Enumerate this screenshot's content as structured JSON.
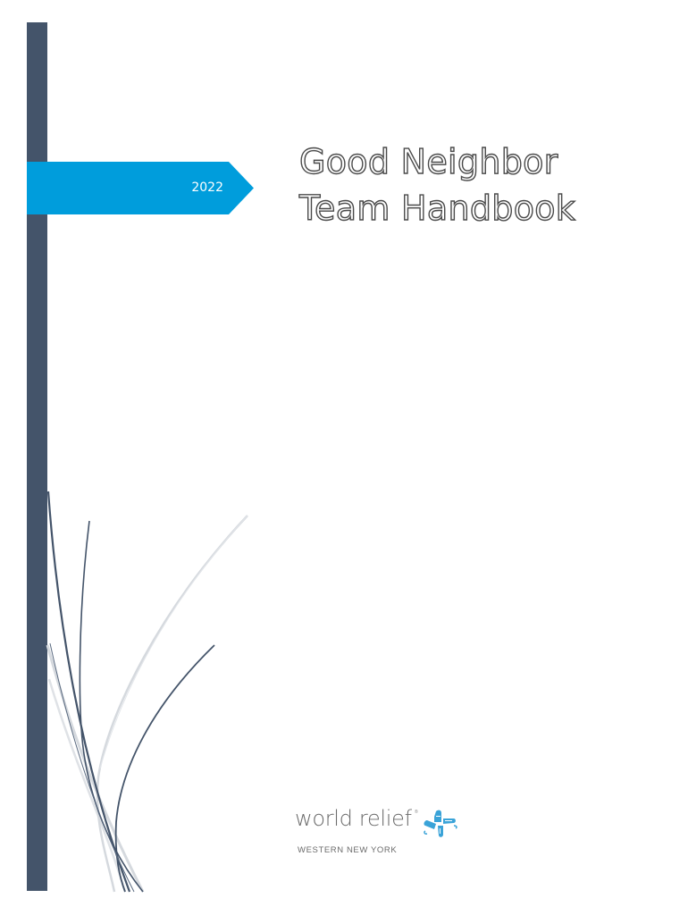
{
  "cover": {
    "year": "2022",
    "title_line1": "Good Neighbor",
    "title_line2": "Team Handbook"
  },
  "logo": {
    "wordmark": "world relief",
    "registered": "®",
    "subtitle": "WESTERN NEW YORK",
    "icon": "world-relief-pinwheel-icon"
  },
  "colors": {
    "side_bar": "#44546a",
    "banner": "#009ddc",
    "title_outline": "#4a4a4a",
    "curve_dark": "#44546a",
    "curve_light": "#d5d9de",
    "logo_text": "#6b6b6b",
    "logo_icon": "#3aa3d8"
  }
}
